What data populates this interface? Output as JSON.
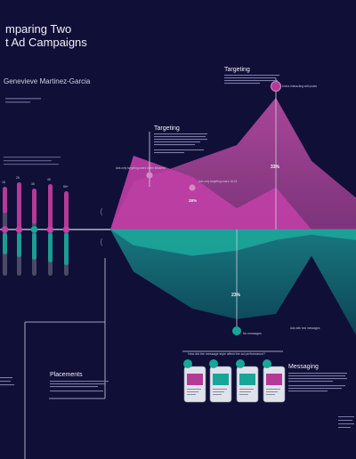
{
  "title": {
    "line1": "mparing Two",
    "line2": "t Ad Campaigns"
  },
  "author": "Genevieve Martinez-Garcia",
  "sections": {
    "targeting_top": "Targeting",
    "targeting_mid": "Targeting",
    "placements": "Placements",
    "messaging": "Messaging"
  },
  "annotations": {
    "pct_peak": "33%",
    "pct_mid": "28%",
    "pct_low": "23%",
    "point_label_left": "Ads only targeting users in the Midwest",
    "point_label_mid": "Ads only targeting users 18-24",
    "point_label_peak": "Users interacting with posts",
    "point_label_bottom": "No messages",
    "point_label_right": "Ads with text messages",
    "question": "How did the message style affect the ad performance?"
  },
  "bars": {
    "labels": [
      "18",
      "25",
      "35",
      "45",
      "55+"
    ]
  },
  "colors": {
    "background": "#0f0f38",
    "campaign_a": "#b43a98",
    "campaign_a_light": "#d28bc5",
    "campaign_b": "#17a69a",
    "campaign_b_dark": "#0d6b6b",
    "axis": "#d8d8e8",
    "rail": "#4a4a66"
  },
  "chart_data": {
    "type": "area",
    "title": "",
    "xlabel": "",
    "ylabel": "",
    "grid": false,
    "series": [
      {
        "values": [
          0,
          14,
          10,
          4,
          8,
          0,
          0
        ]
      },
      {
        "values": [
          0,
          9,
          13,
          16,
          25,
          13,
          6
        ]
      },
      {
        "values": [
          0,
          -3,
          -5,
          -4,
          -2,
          -1,
          -2
        ]
      },
      {
        "values": [
          0,
          -8,
          -15,
          -17,
          -16,
          -5,
          -20
        ]
      }
    ],
    "x": [
      0,
      1,
      2,
      3,
      4,
      5,
      6
    ],
    "ylim": [
      -25,
      28
    ]
  }
}
